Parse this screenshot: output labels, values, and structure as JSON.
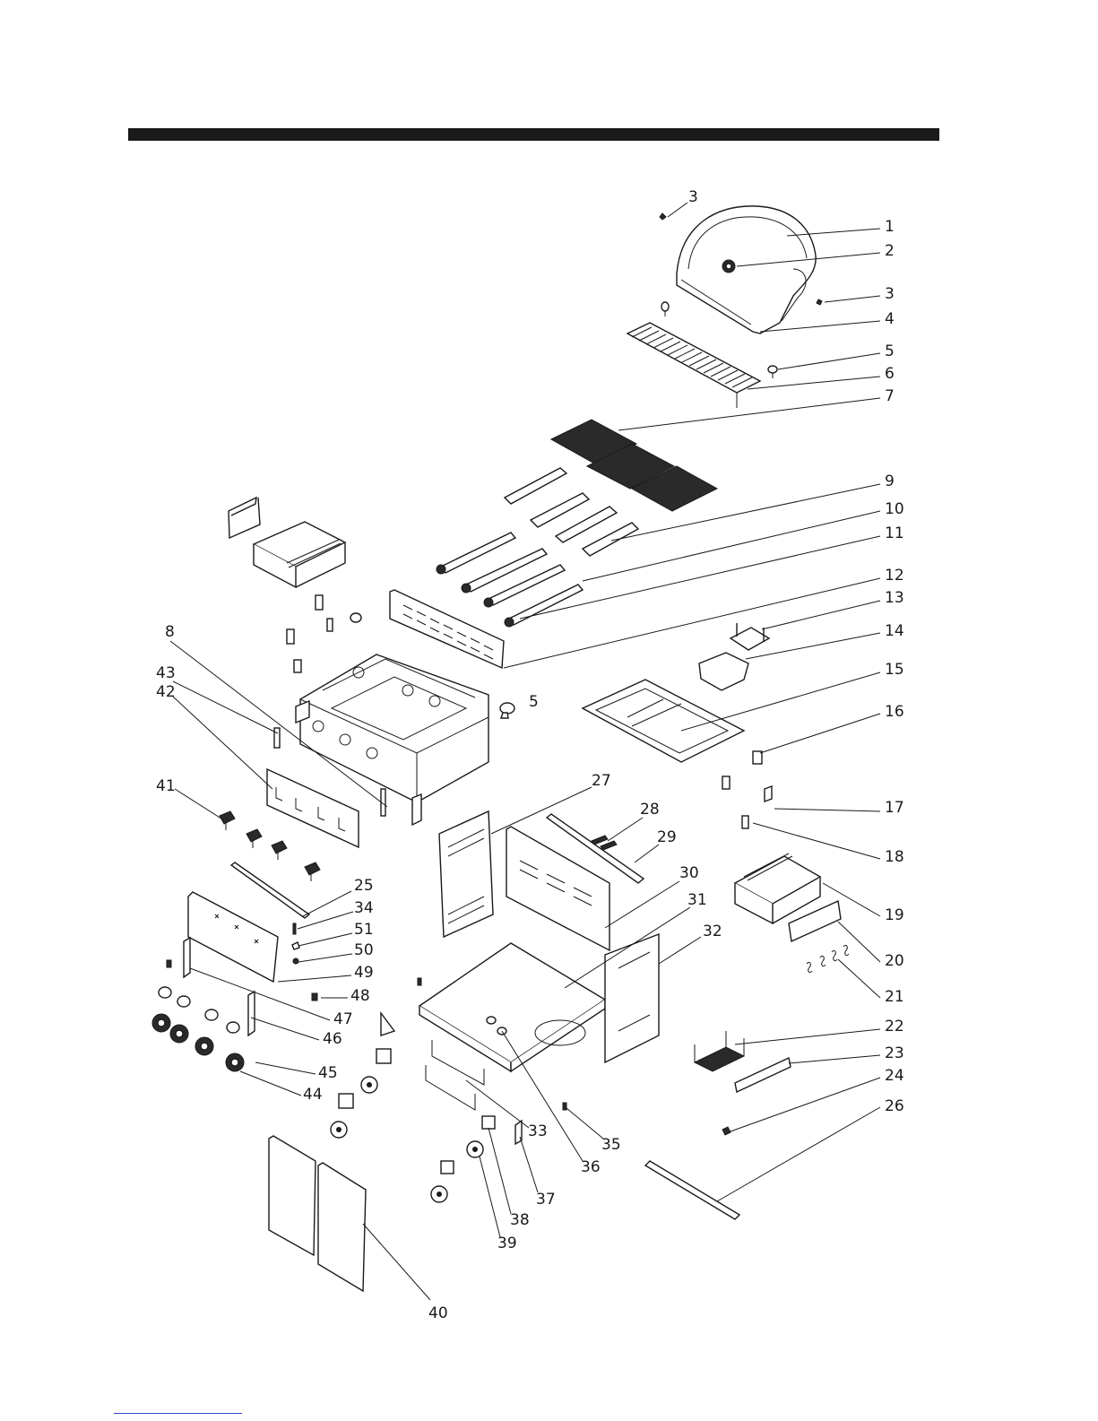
{
  "parts": [
    {
      "id": "1"
    },
    {
      "id": "2"
    },
    {
      "id": "3a",
      "label": "3"
    },
    {
      "id": "3b",
      "label": "3"
    },
    {
      "id": "4"
    },
    {
      "id": "5a",
      "label": "5"
    },
    {
      "id": "5b",
      "label": "5"
    },
    {
      "id": "6"
    },
    {
      "id": "7"
    },
    {
      "id": "8"
    },
    {
      "id": "9"
    },
    {
      "id": "10"
    },
    {
      "id": "11"
    },
    {
      "id": "12"
    },
    {
      "id": "13"
    },
    {
      "id": "14"
    },
    {
      "id": "15"
    },
    {
      "id": "16"
    },
    {
      "id": "17"
    },
    {
      "id": "18"
    },
    {
      "id": "19"
    },
    {
      "id": "20"
    },
    {
      "id": "21"
    },
    {
      "id": "22"
    },
    {
      "id": "23"
    },
    {
      "id": "24"
    },
    {
      "id": "25"
    },
    {
      "id": "26"
    },
    {
      "id": "27"
    },
    {
      "id": "28"
    },
    {
      "id": "29"
    },
    {
      "id": "30"
    },
    {
      "id": "31"
    },
    {
      "id": "32"
    },
    {
      "id": "33"
    },
    {
      "id": "34"
    },
    {
      "id": "35"
    },
    {
      "id": "36"
    },
    {
      "id": "37"
    },
    {
      "id": "38"
    },
    {
      "id": "39"
    },
    {
      "id": "40"
    },
    {
      "id": "41"
    },
    {
      "id": "42"
    },
    {
      "id": "43"
    },
    {
      "id": "44"
    },
    {
      "id": "45"
    },
    {
      "id": "46"
    },
    {
      "id": "47"
    },
    {
      "id": "48"
    },
    {
      "id": "49"
    },
    {
      "id": "50"
    },
    {
      "id": "51"
    }
  ],
  "colors": {
    "ink": "#1a1a1a",
    "bar": "#1a1a1a",
    "link": "#3344cc"
  }
}
